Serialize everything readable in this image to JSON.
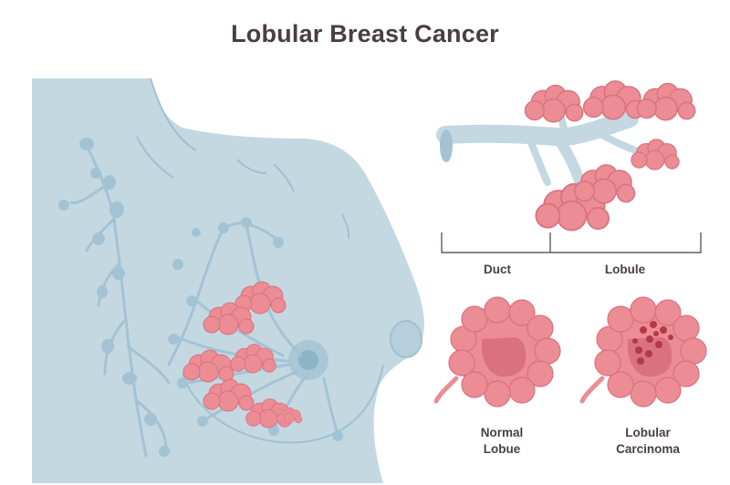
{
  "title": "Lobular Breast Cancer",
  "labels": {
    "duct": "Duct",
    "lobule": "Lobule",
    "normal_line1": "Normal",
    "normal_line2": "Lobue",
    "carcinoma_line1": "Lobular",
    "carcinoma_line2": "Carcinoma"
  },
  "colors": {
    "body": "#c4d8e2",
    "body_outline": "#9fc1d1",
    "ducts": "#a3c3d4",
    "tumor": "#ec8c95",
    "tumor_dark": "#d9727d",
    "text": "#4a3f3e",
    "cancer_cells": "#b23a48"
  }
}
